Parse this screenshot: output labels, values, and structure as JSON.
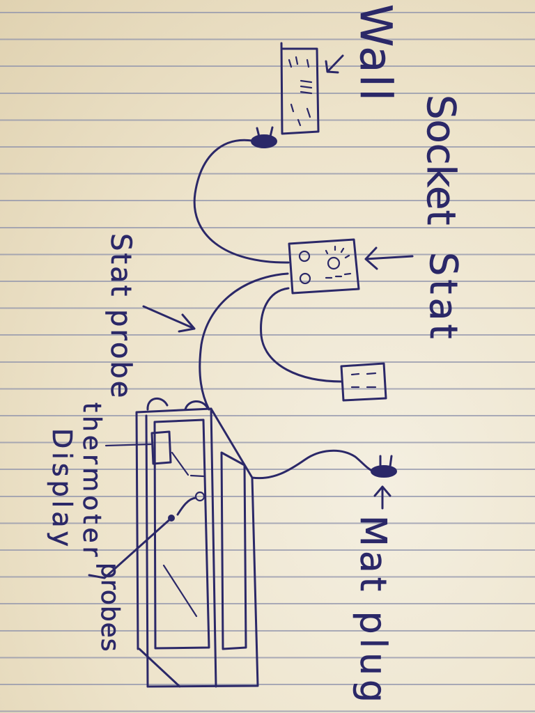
{
  "labels": {
    "wall": "Wall",
    "socket": "Socket",
    "stat": "Stat",
    "stat_probe": "Stat probe",
    "thermoter": "thermoter",
    "display": "Display",
    "probes": "probes",
    "mat_plug": "Mat plug"
  },
  "colors": {
    "ink": "#2b2868",
    "paper": "#ece2c8",
    "rule_line": "#8f93ab"
  }
}
